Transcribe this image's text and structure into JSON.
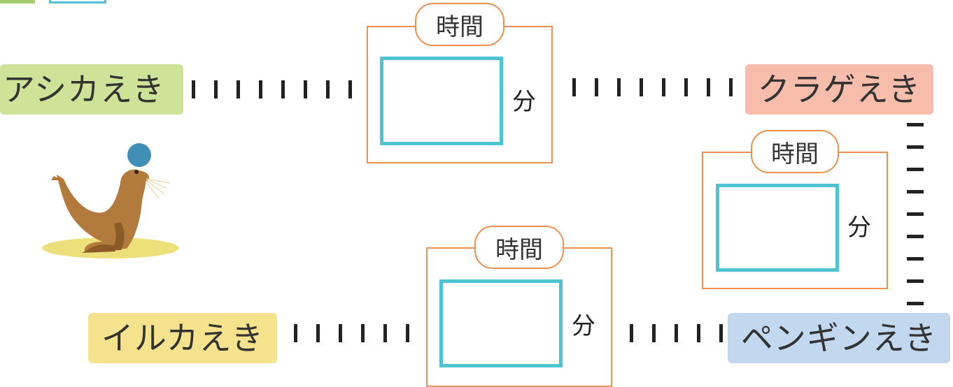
{
  "stations": {
    "ashika": "アシカえき",
    "kurage": "クラゲえき",
    "iruka": "イルカえき",
    "pengin": "ペンギンえき"
  },
  "time_boxes": [
    {
      "label": "時間",
      "unit": "分"
    },
    {
      "label": "時間",
      "unit": "分"
    },
    {
      "label": "時間",
      "unit": "分"
    }
  ],
  "colors": {
    "ashika_station": "#cee397",
    "kurage_station": "#f8bcaa",
    "iruka_station": "#f4e38c",
    "pengin_station": "#c1d8ef",
    "box_border": "#ef8f4f",
    "answer_border": "#4ec3d2",
    "track": "#222222",
    "sea_lion": "#b27a3c",
    "ball": "#3f8fb7",
    "ground": "#ede07a"
  },
  "icons": [
    "sea-lion-icon",
    "ball-icon"
  ]
}
